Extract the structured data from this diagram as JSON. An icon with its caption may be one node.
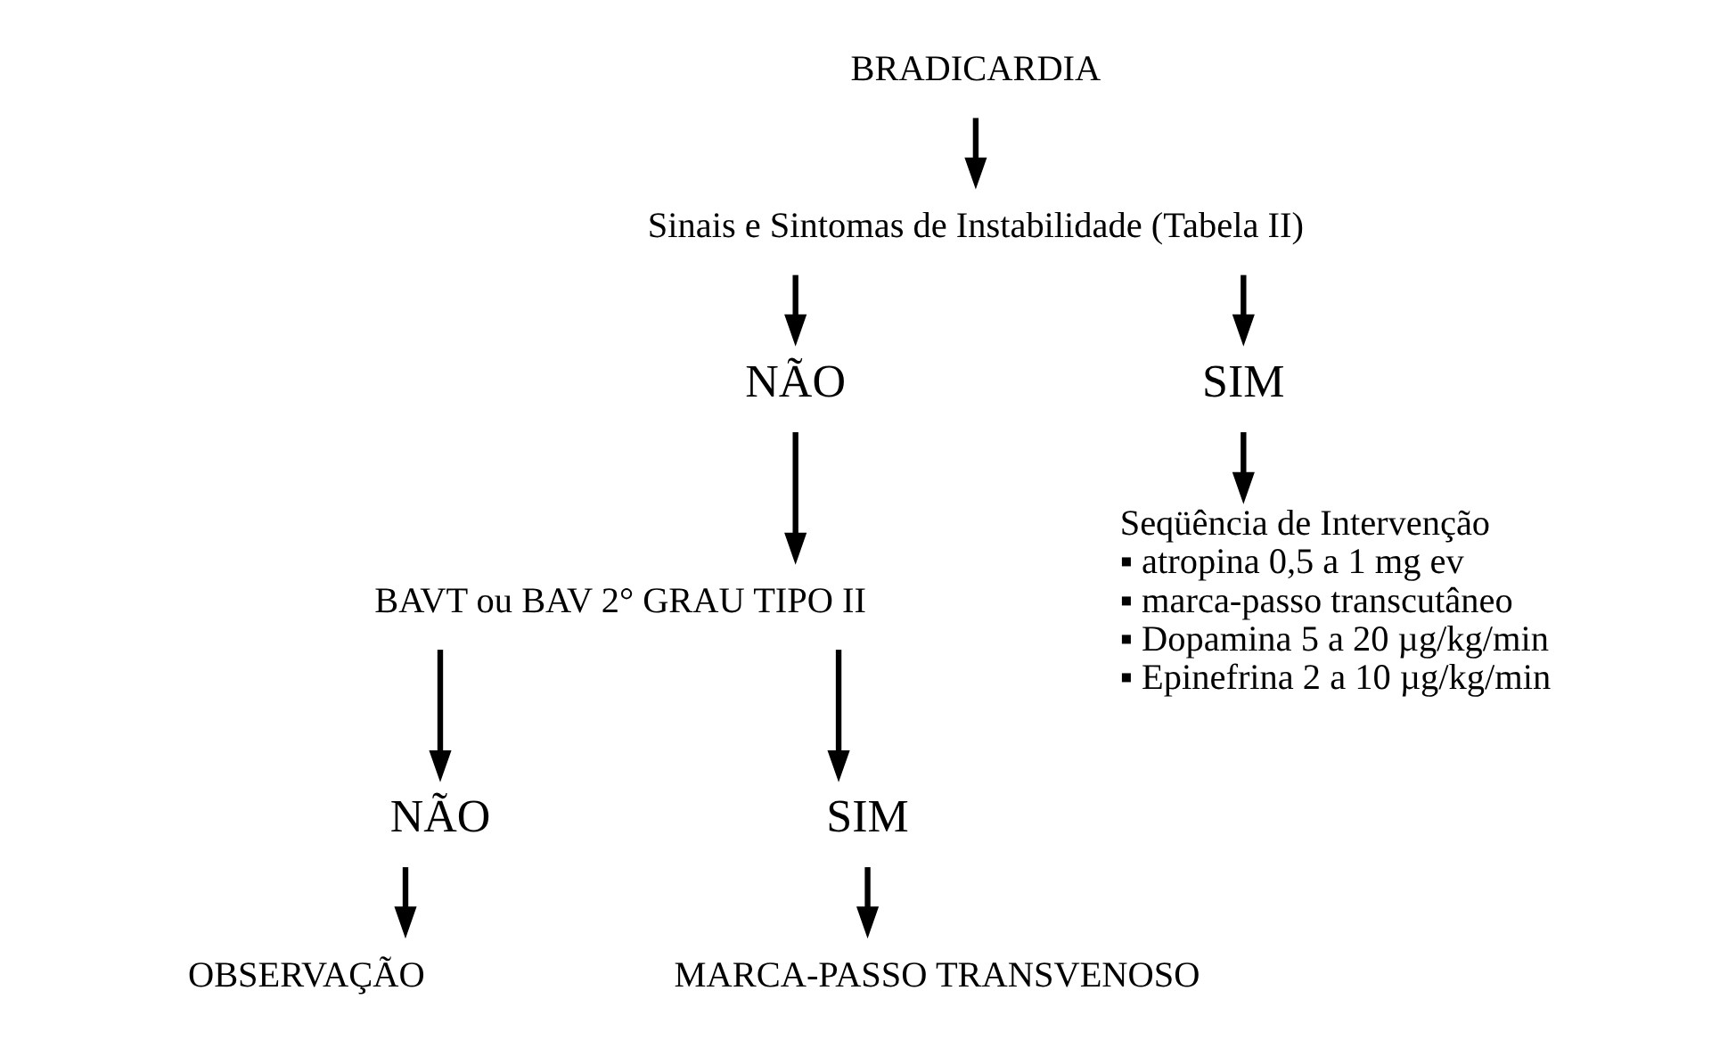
{
  "diagram": {
    "nodes": [
      {
        "text": [
          "BRADICARDIA"
        ]
      },
      {
        "text": [
          "Sinais e Sintomas de Instabilidade (Tabela II)"
        ]
      },
      {
        "text": [
          "NÃO"
        ]
      },
      {
        "text": [
          "SIM"
        ]
      },
      {
        "text": [
          "BAVT ou BAV 2° GRAU TIPO II"
        ]
      },
      {
        "text": [
          "Seqüência de Intervenção",
          "▪ atropina 0,5 a 1 mg ev",
          "▪ marca-passo transcutâneo",
          "▪ Dopamina 5 a 20 µg/kg/min",
          "▪ Epinefrina 2 a 10 µg/kg/min"
        ]
      },
      {
        "text": [
          "NÃO"
        ]
      },
      {
        "text": [
          "SIM"
        ]
      },
      {
        "text": [
          "OBSERVAÇÃO"
        ]
      },
      {
        "text": [
          "MARCA-PASSO TRANSVENOSO"
        ]
      }
    ],
    "edges": [
      {
        "from": 0,
        "to": 1,
        "arrow": "to"
      },
      {
        "from": 1,
        "to": 2,
        "arrow": "to"
      },
      {
        "from": 1,
        "to": 3,
        "arrow": "to"
      },
      {
        "from": 2,
        "to": 4,
        "arrow": "to"
      },
      {
        "from": 3,
        "to": 5,
        "arrow": "to"
      },
      {
        "from": 4,
        "to": 6,
        "arrow": "to"
      },
      {
        "from": 4,
        "to": 7,
        "arrow": "to"
      },
      {
        "from": 6,
        "to": 8,
        "arrow": "to"
      },
      {
        "from": 7,
        "to": 9,
        "arrow": "to"
      }
    ]
  }
}
